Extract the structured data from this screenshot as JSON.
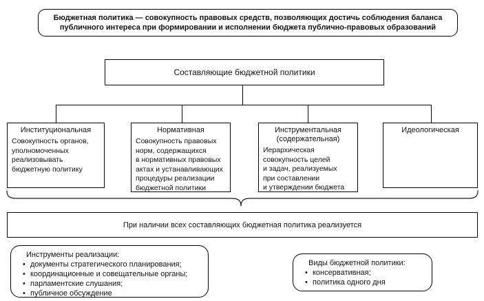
{
  "definition_box": {
    "text": "Бюджетная политика — совокупность правовых средств, позволяющих достичь соблюдения баланса\nпубличного интереса при формировании и исполнении бюджета публично-правовых образований"
  },
  "components_header": {
    "label": "Составляющие бюджетной политики"
  },
  "components": [
    {
      "title": "Институциональная",
      "body": "Совокупность органов,\nуполномоченных\nреализовывать\nбюджетную политику"
    },
    {
      "title": "Нормативная",
      "body": "Совокупность правовых\nнорм, содержащихся\nв нормативных правовых\nактах и устанавливающих\nпроцедуры реализации\nбюджетной политики"
    },
    {
      "title": "Инструментальная\n(содержательная)",
      "body": "Иерархическая\nсовокупность целей\nи задач, реализуемых\nпри составлении\nи утверждении бюджета"
    },
    {
      "title": "Идеологическая",
      "body": ""
    }
  ],
  "result_box": {
    "label": "При наличии всех составляющих бюджетная политика реализуется"
  },
  "instruments_box": {
    "heading": "Инструменты реализации:",
    "items": [
      "документы стратегического планирования;",
      "координационные и совещательные органы;",
      "парламентские слушания;",
      "публичное обсуждение"
    ]
  },
  "types_box": {
    "heading": "Виды бюджетной политики:",
    "items": [
      "консервативная;",
      "политика одного дня"
    ]
  },
  "glyphs": {
    "bullet": "•"
  },
  "colors": {
    "border": "#000000",
    "text": "#111111",
    "background": "#ffffff"
  }
}
